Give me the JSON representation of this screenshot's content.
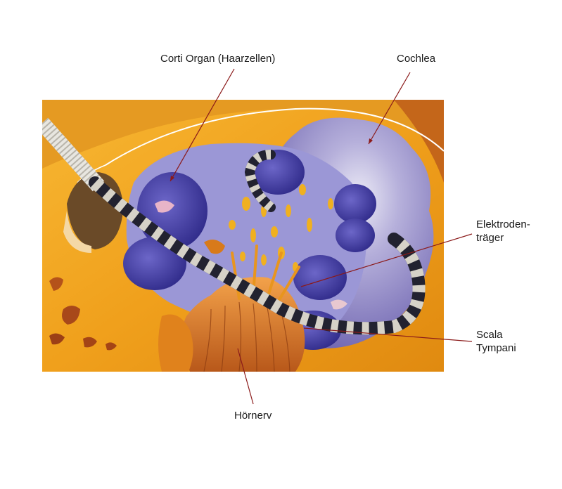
{
  "labels": {
    "corti": "Corti Organ (Haarzellen)",
    "cochlea": "Cochlea",
    "elektroden_line1": "Elektroden-",
    "elektroden_line2": "träger",
    "scala_line1": "Scala",
    "scala_line2": "Tympani",
    "hoernerv": "Hörnerv"
  },
  "colors": {
    "leader_line": "#8b1a1a",
    "bone": "#f0a21c",
    "cochlea_purple": "#8f86c4",
    "canal_blue": "#3f3aa0",
    "nerve": "#d9761d"
  },
  "icons": [
    "cochlear-implant-illustration"
  ]
}
